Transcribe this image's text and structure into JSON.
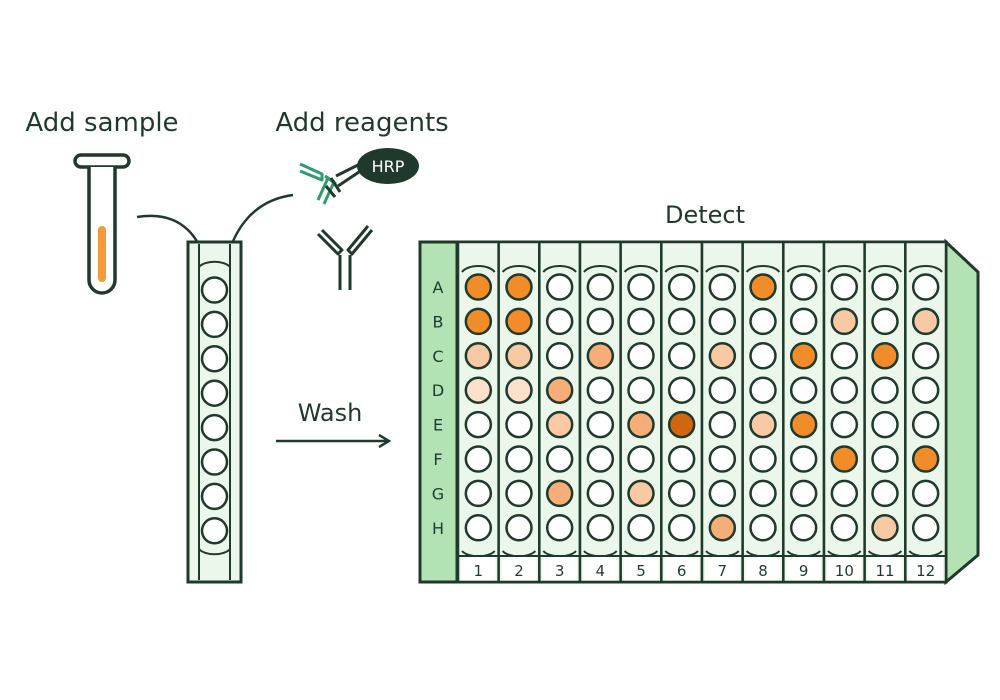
{
  "labels": {
    "add_sample": "Add sample",
    "add_reagents": "Add reagents",
    "hrp": "HRP",
    "wash": "Wash",
    "detect": "Detect"
  },
  "plate": {
    "rows": [
      "A",
      "B",
      "C",
      "D",
      "E",
      "F",
      "G",
      "H"
    ],
    "columns": [
      "1",
      "2",
      "3",
      "4",
      "5",
      "6",
      "7",
      "8",
      "9",
      "10",
      "11",
      "12"
    ],
    "levels": {
      "A": [
        4,
        4,
        0,
        0,
        0,
        0,
        0,
        4,
        0,
        0,
        0,
        0
      ],
      "B": [
        4,
        4,
        0,
        0,
        0,
        0,
        0,
        0,
        0,
        2,
        0,
        2
      ],
      "C": [
        2,
        2,
        0,
        3,
        0,
        0,
        2,
        0,
        4,
        0,
        4,
        0
      ],
      "D": [
        1,
        1,
        3,
        0,
        0,
        0,
        0,
        0,
        0,
        0,
        0,
        0
      ],
      "E": [
        0,
        0,
        2,
        0,
        3,
        5,
        0,
        2,
        4,
        0,
        0,
        0
      ],
      "F": [
        0,
        0,
        0,
        0,
        0,
        0,
        0,
        0,
        0,
        4,
        0,
        4
      ],
      "G": [
        0,
        0,
        3,
        0,
        2,
        0,
        0,
        0,
        0,
        0,
        0,
        0
      ],
      "H": [
        0,
        0,
        0,
        0,
        0,
        0,
        3,
        0,
        0,
        0,
        2,
        0
      ]
    }
  },
  "strip": {
    "wells": 8
  },
  "colors": {
    "outline": "#1f3a2c",
    "plate_green": "#b3e3b5",
    "well_bg": "#eaf7ea",
    "antibody_green": "#2e9c6f",
    "sample_orange": "#f59a3a",
    "level_colors": [
      "#ffffff",
      "#fbe0cc",
      "#f9c9a4",
      "#f7ad77",
      "#f28c28",
      "#d2660f"
    ]
  }
}
